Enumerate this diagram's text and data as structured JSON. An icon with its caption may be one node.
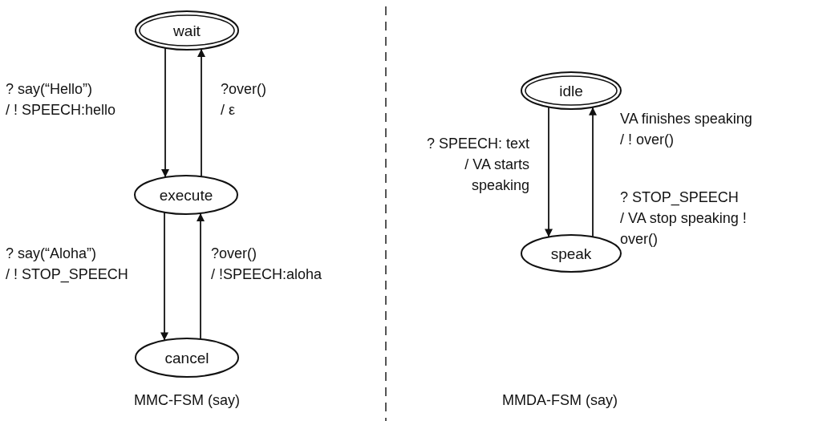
{
  "diagram": {
    "nodes": [
      {
        "text": [
          "wait"
        ]
      },
      {
        "text": [
          "execute"
        ]
      },
      {
        "text": [
          "cancel"
        ]
      },
      {
        "text": [
          "idle"
        ]
      },
      {
        "text": [
          "speak"
        ]
      }
    ],
    "edges": [
      {
        "from": 0,
        "to": 1,
        "arrow": "to",
        "label": "? say(“Hello”) / ! SPEECH:hello"
      },
      {
        "from": 1,
        "to": 0,
        "arrow": "to",
        "label": "?over() / ε"
      },
      {
        "from": 1,
        "to": 2,
        "arrow": "to",
        "label": "? say(“Aloha”) / ! STOP_SPEECH"
      },
      {
        "from": 2,
        "to": 1,
        "arrow": "to",
        "label": "?over() / !SPEECH:aloha"
      },
      {
        "from": 3,
        "to": 4,
        "arrow": "to",
        "label": "? SPEECH: text / VA starts speaking"
      },
      {
        "from": 4,
        "to": 3,
        "arrow": "to",
        "label": "VA finishes speaking / ! over()"
      }
    ],
    "labels": [
      "? STOP_SPEECH / VA stop speaking ! over()",
      "MMC-FSM (say)",
      "MMDA-FSM (say)"
    ]
  }
}
